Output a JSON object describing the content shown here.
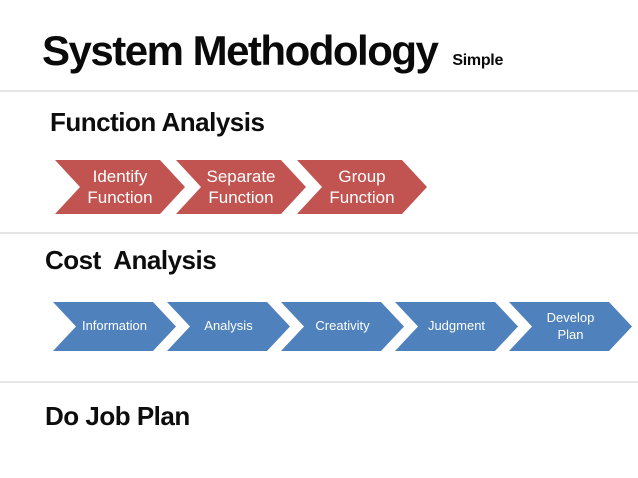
{
  "slide": {
    "title": "System Methodology",
    "subtitle": "Simple",
    "colors": {
      "red_chevron": "#c15450",
      "blue_chevron": "#4f81bd",
      "divider": "#e6e6e6",
      "heading_text": "#0d0d0d",
      "chevron_text": "#ffffff",
      "background": "#ffffff"
    },
    "sections": [
      {
        "heading": "Function Analysis",
        "steps": [
          {
            "label": "Identify Function"
          },
          {
            "label": "Separate Function"
          },
          {
            "label": "Group Function"
          }
        ]
      },
      {
        "heading": "Cost  Analysis",
        "steps": [
          {
            "label": "Information"
          },
          {
            "label": "Analysis"
          },
          {
            "label": "Creativity"
          },
          {
            "label": "Judgment"
          },
          {
            "label": "Develop Plan"
          }
        ]
      },
      {
        "heading": "Do Job Plan",
        "steps": []
      }
    ]
  }
}
